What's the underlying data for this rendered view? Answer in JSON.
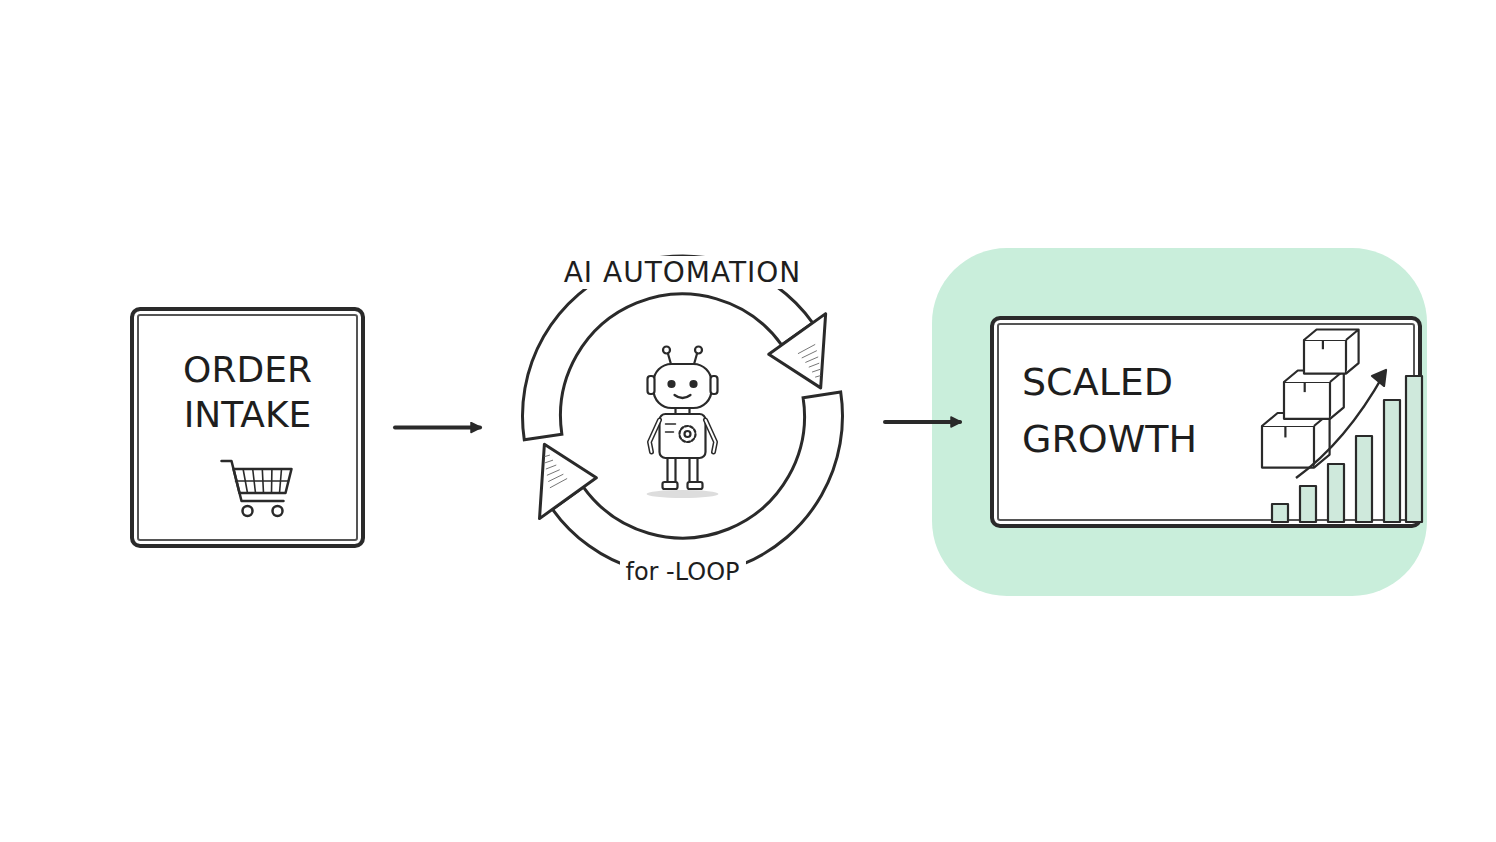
{
  "diagram": {
    "nodes": [
      {
        "text": [
          "ORDER INTAKE"
        ]
      },
      {
        "text": [
          "AI AUTOMATION",
          "for -LOOP"
        ]
      },
      {
        "text": [
          "SCALED GROWTH"
        ]
      }
    ],
    "edges": [
      {
        "from": 0,
        "to": 1,
        "arrow": "to"
      },
      {
        "from": 1,
        "to": 2,
        "arrow": "to"
      }
    ]
  }
}
